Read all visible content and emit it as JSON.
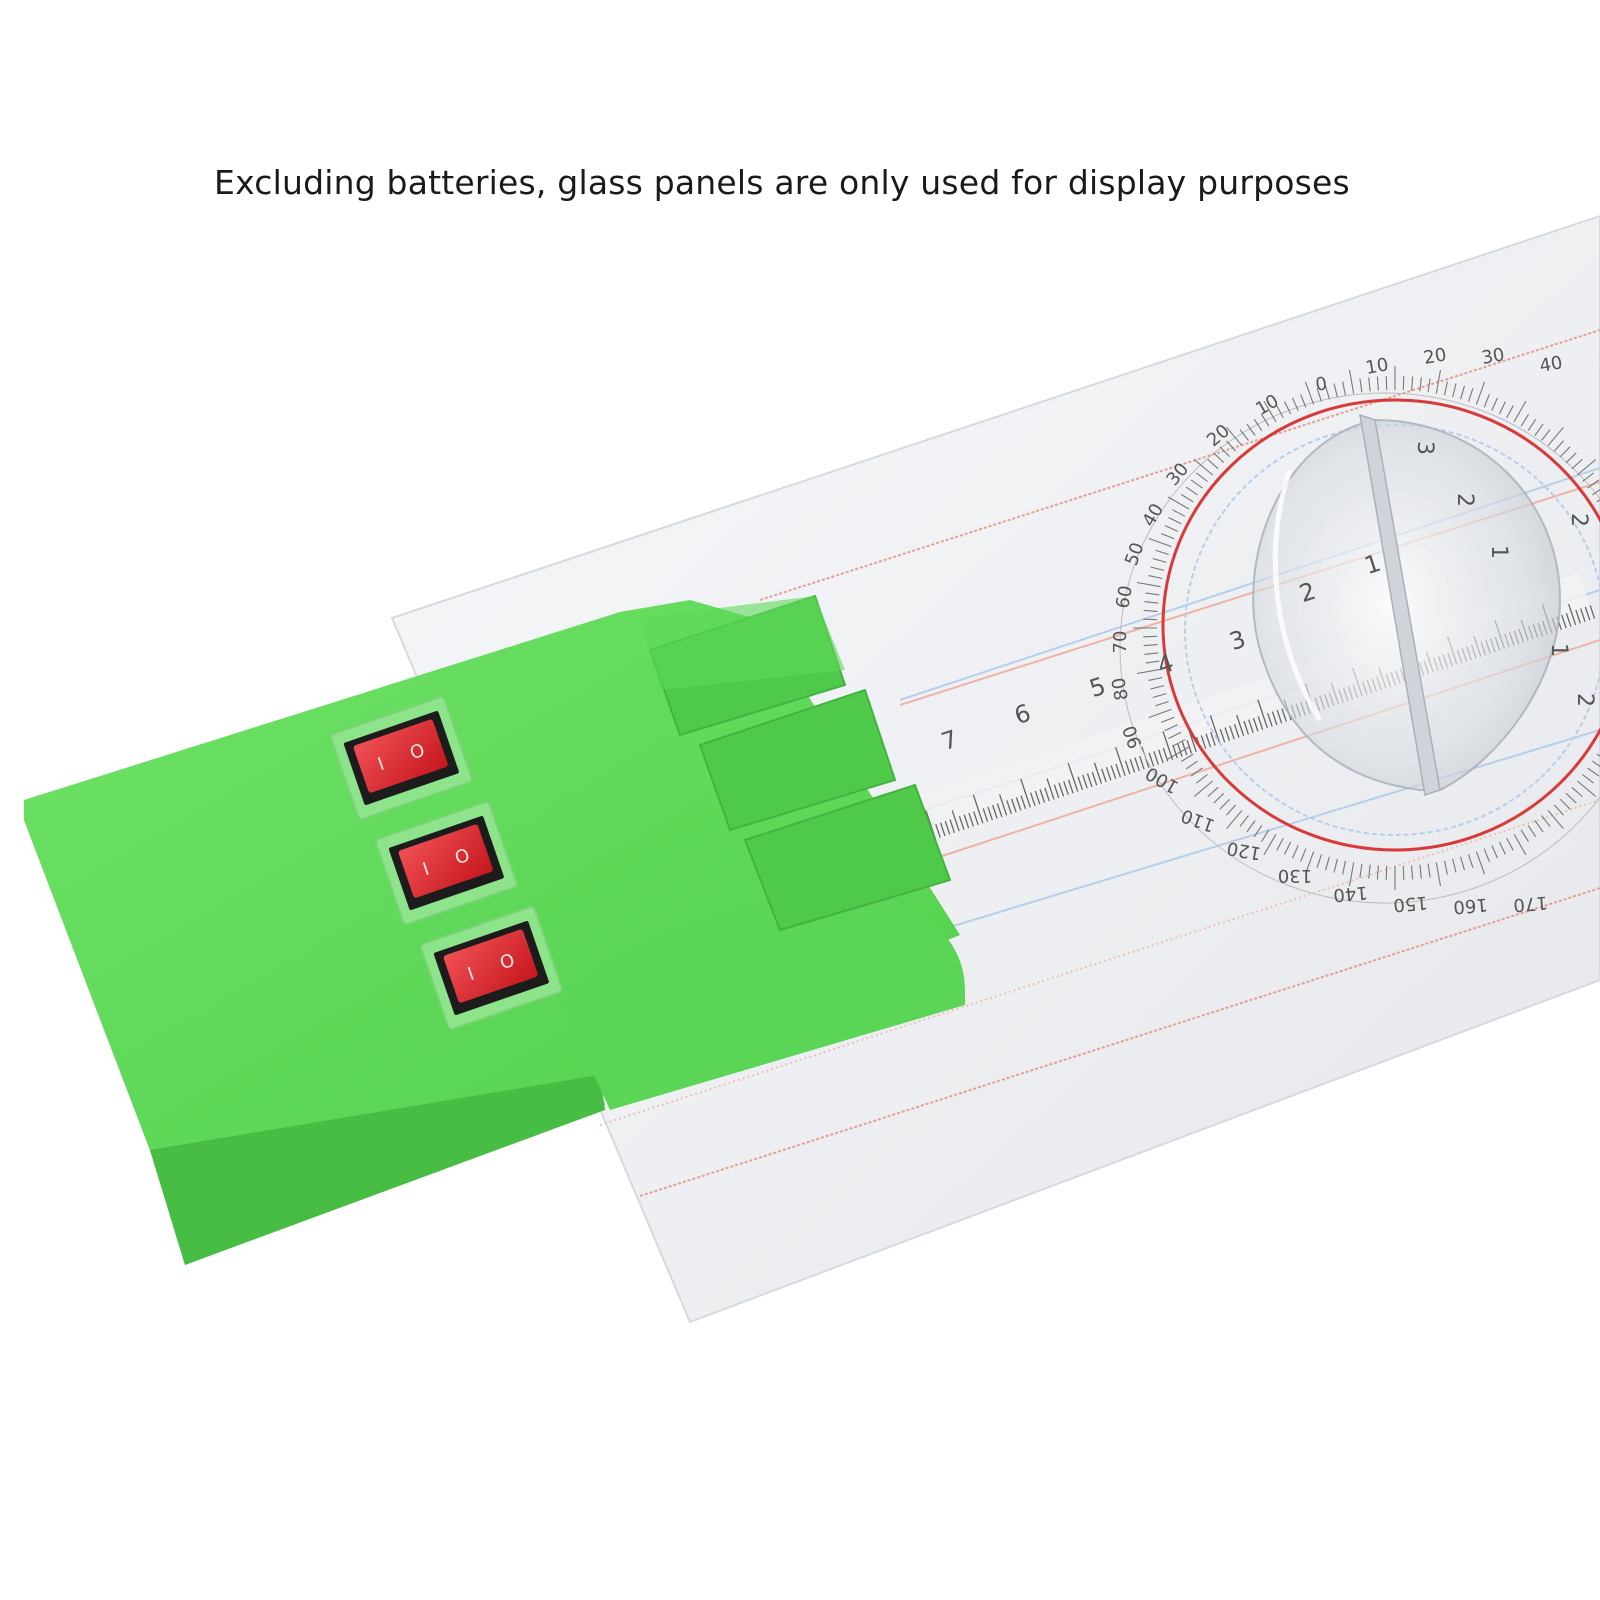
{
  "caption": "Excluding batteries, glass panels are only used for display purposes",
  "colors": {
    "background": "#ffffff",
    "laser_box_green": "#5fd85a",
    "laser_box_shadow": "#44b83f",
    "switch_red": "#d8222a",
    "switch_bezel": "#1c1c1c",
    "panel": "#eef0f3",
    "beam_red": "#e58a7a",
    "beam_blue": "#a9c6e6",
    "ring_red": "#d83a3a"
  },
  "switches": [
    {
      "name": "switch-1",
      "on_mark": "O",
      "off_mark": "I"
    },
    {
      "name": "switch-2",
      "on_mark": "O",
      "off_mark": "I"
    },
    {
      "name": "switch-3",
      "on_mark": "O",
      "off_mark": "I"
    }
  ],
  "ruler_labels": [
    "7",
    "6",
    "5",
    "4",
    "3",
    "2",
    "1"
  ],
  "protractor_labels": [
    "0",
    "10",
    "20",
    "30",
    "40",
    "10",
    "20",
    "30",
    "40",
    "50",
    "60",
    "70",
    "80",
    "90",
    "100",
    "110",
    "120",
    "130",
    "140",
    "150",
    "160",
    "170"
  ],
  "lens_labels": [
    "3",
    "2",
    "2",
    "1",
    "1",
    "2"
  ]
}
